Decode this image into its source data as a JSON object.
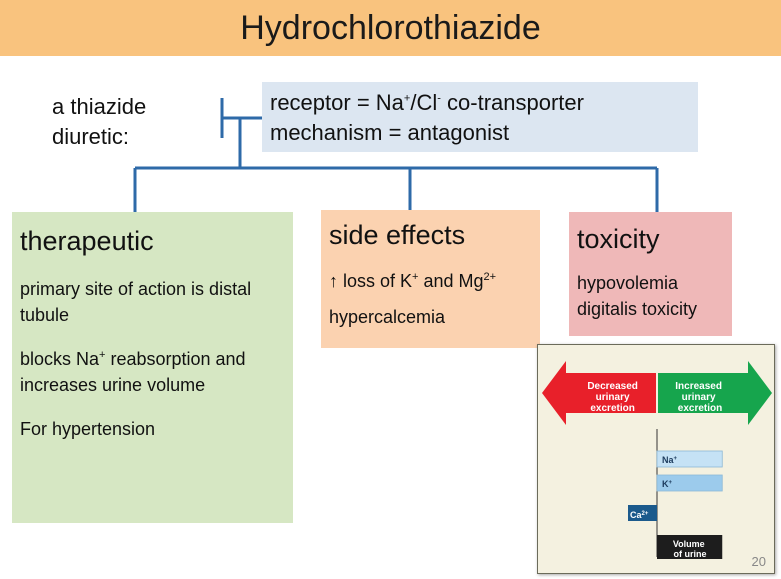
{
  "title": "Hydrochlorothiazide",
  "drug_class": {
    "line1": "a thiazide",
    "line2": "diuretic:"
  },
  "receptor": {
    "line1_prefix": "receptor = Na",
    "line1_sup1": "+",
    "line1_mid": "/Cl",
    "line1_sup2": "-",
    "line1_suffix": " co-transporter",
    "line2": "mechanism = antagonist"
  },
  "therapeutic": {
    "heading": "therapeutic",
    "item1": "primary site of action is distal tubule",
    "item2_prefix": "blocks Na",
    "item2_sup": "+",
    "item2_suffix": " reabsorption and increases urine volume",
    "item3": "For hypertension"
  },
  "side_effects": {
    "heading": "side effects",
    "line1_prefix": "↑ loss of K",
    "line1_sup1": "+",
    "line1_mid": " and Mg",
    "line1_sup2": "2+",
    "line2": "hypercalcemia"
  },
  "toxicity": {
    "heading": "toxicity",
    "item1": "hypovolemia",
    "item2": "digitalis toxicity"
  },
  "inset": {
    "left_arrow": [
      "Decreased",
      "urinary",
      "excretion"
    ],
    "right_arrow": [
      "Increased",
      "urinary",
      "excretion"
    ],
    "colors": {
      "left_arrow": "#e8202a",
      "right_arrow": "#16a54d",
      "bar_light": "#c5e2f5",
      "bar_mid": "#9ccbec",
      "bar_dark": "#1b5a8c",
      "bar_black": "#1d1d1d"
    },
    "chart_data": {
      "type": "bar",
      "categories": [
        "Na+",
        "K+",
        "Ca2+",
        "Volume of urine"
      ],
      "values": [
        0.45,
        0.45,
        -0.2,
        0.45
      ],
      "xlabel": "",
      "ylabel": ""
    },
    "labels": {
      "na_base": "Na",
      "na_sup": "+",
      "k_base": "K",
      "k_sup": "+",
      "ca_base": "Ca",
      "ca_sup": "2+",
      "volume_line1": "Volume",
      "volume_line2": "of urine"
    },
    "page_number": "20"
  }
}
